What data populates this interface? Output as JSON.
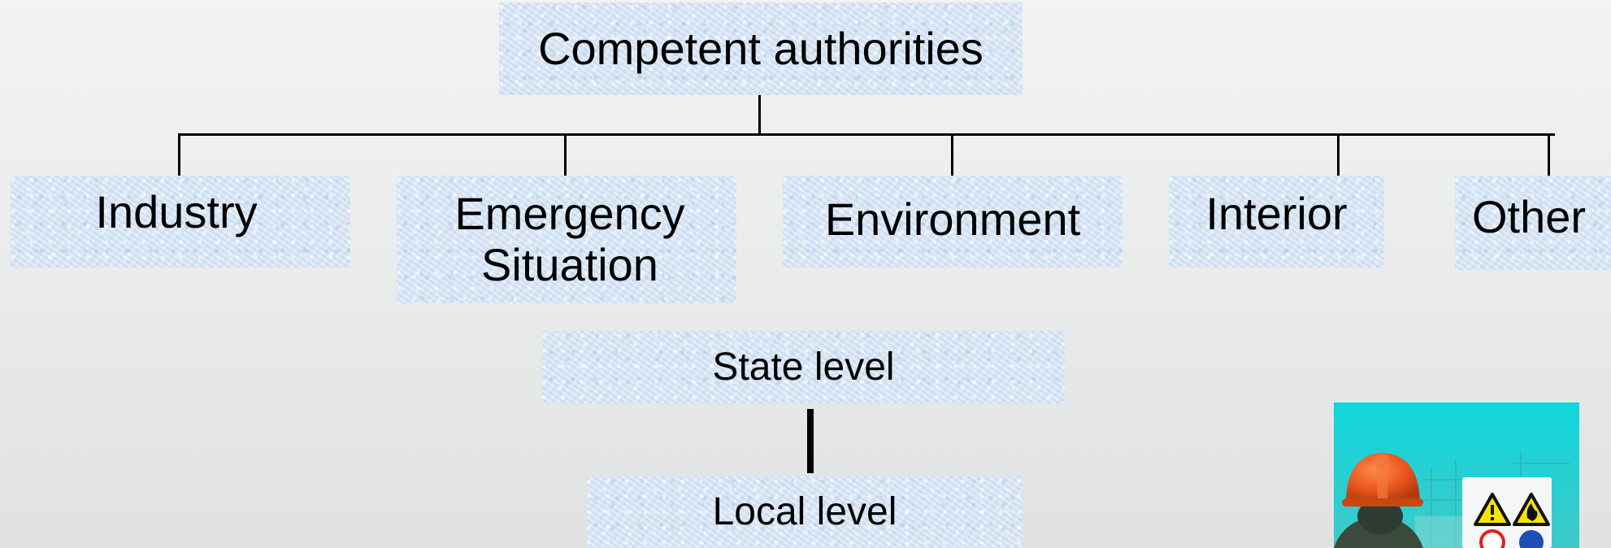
{
  "diagram": {
    "root": {
      "label": "Competent authorities"
    },
    "ministries": [
      {
        "label": "Industry"
      },
      {
        "label": "Emergency\nSituation"
      },
      {
        "label": "Environment"
      },
      {
        "label": "Interior"
      },
      {
        "label": "Other"
      }
    ],
    "levels": {
      "state": {
        "label": "State level"
      },
      "local": {
        "label": "Local level"
      }
    }
  },
  "colors": {
    "box_fill": "#d7e5f4",
    "connector": "#000000",
    "photo_sky": "#00d0d4",
    "helmet": "#e8551c",
    "warning_sign": "#f4e400"
  },
  "icons": {
    "photo": "worker-with-safety-helmet-and-warning-signs"
  }
}
